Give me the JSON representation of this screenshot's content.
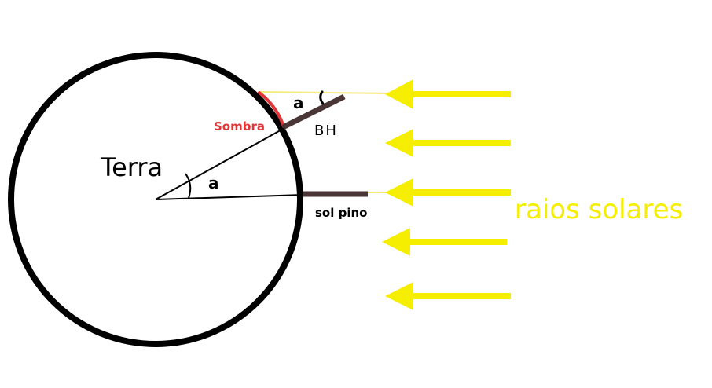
{
  "labels": {
    "earth": "Terra",
    "angle_center": "a",
    "angle_top": "a",
    "rod_top": "BH",
    "rod_equator": "sol pino",
    "shadow": "Sombra",
    "rays": "raios solares"
  },
  "colors": {
    "circle": "#000000",
    "rod": "#4a3636",
    "shadow": "#e0363a",
    "rays": "#f5ee00",
    "ray_line": "#f3ec7a",
    "text": "#000000"
  },
  "arrows": {
    "count": 5,
    "direction": "left"
  }
}
